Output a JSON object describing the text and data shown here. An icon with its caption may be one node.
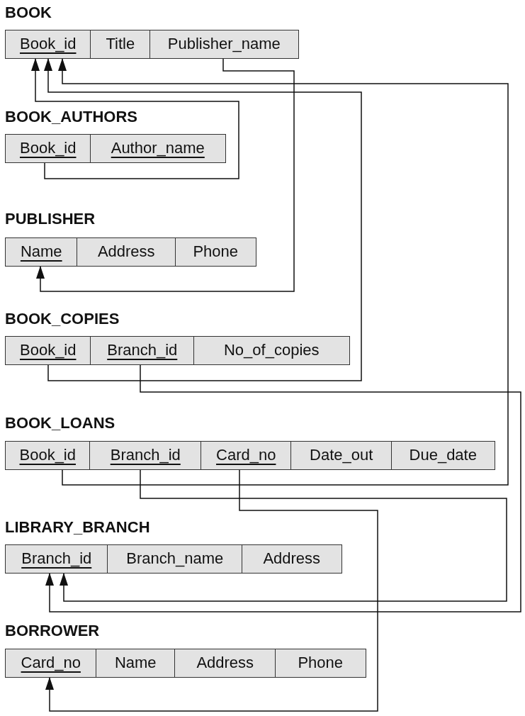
{
  "diagram": {
    "nodes": [
      {
        "text": [
          "BOOK"
        ]
      },
      {
        "text": [
          "Book_id"
        ],
        "in": 0
      },
      {
        "text": [
          "Title"
        ],
        "in": 0
      },
      {
        "text": [
          "Publisher_name"
        ],
        "in": 0
      },
      {
        "text": [
          "BOOK_AUTHORS"
        ]
      },
      {
        "text": [
          "Book_id"
        ],
        "in": 4
      },
      {
        "text": [
          "Author_name"
        ],
        "in": 4
      },
      {
        "text": [
          "PUBLISHER"
        ]
      },
      {
        "text": [
          "Name"
        ],
        "in": 7
      },
      {
        "text": [
          "Address"
        ],
        "in": 7
      },
      {
        "text": [
          "Phone"
        ],
        "in": 7
      },
      {
        "text": [
          "BOOK_COPIES"
        ]
      },
      {
        "text": [
          "Book_id"
        ],
        "in": 11
      },
      {
        "text": [
          "Branch_id"
        ],
        "in": 11
      },
      {
        "text": [
          "No_of_copies"
        ],
        "in": 11
      },
      {
        "text": [
          "BOOK_LOANS"
        ]
      },
      {
        "text": [
          "Book_id"
        ],
        "in": 15
      },
      {
        "text": [
          "Branch_id"
        ],
        "in": 15
      },
      {
        "text": [
          "Card_no"
        ],
        "in": 15
      },
      {
        "text": [
          "Date_out"
        ],
        "in": 15
      },
      {
        "text": [
          "Due_date"
        ],
        "in": 15
      },
      {
        "text": [
          "LIBRARY_BRANCH"
        ]
      },
      {
        "text": [
          "Branch_id"
        ],
        "in": 21
      },
      {
        "text": [
          "Branch_name"
        ],
        "in": 21
      },
      {
        "text": [
          "Address"
        ],
        "in": 21
      },
      {
        "text": [
          "BORROWER"
        ]
      },
      {
        "text": [
          "Card_no"
        ],
        "in": 25
      },
      {
        "text": [
          "Name"
        ],
        "in": 25
      },
      {
        "text": [
          "Address"
        ],
        "in": 25
      },
      {
        "text": [
          "Phone"
        ],
        "in": 25
      }
    ],
    "edges": [
      {
        "from": 5,
        "to": 1,
        "arrow": "to"
      },
      {
        "from": 3,
        "to": 8,
        "arrow": "to"
      },
      {
        "from": 12,
        "to": 1,
        "arrow": "to"
      },
      {
        "from": 13,
        "to": 22,
        "arrow": "to"
      },
      {
        "from": 16,
        "to": 1,
        "arrow": "to"
      },
      {
        "from": 17,
        "to": 22,
        "arrow": "to"
      },
      {
        "from": 18,
        "to": 26,
        "arrow": "to"
      }
    ]
  }
}
